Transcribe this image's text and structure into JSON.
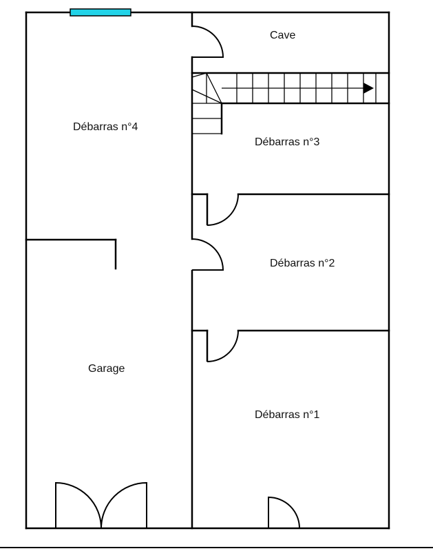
{
  "rooms": {
    "cave": "Cave",
    "debarras4": "Débarras n°4",
    "debarras3": "Débarras n°3",
    "debarras2": "Débarras n°2",
    "debarras1": "Débarras n°1",
    "garage": "Garage"
  },
  "colors": {
    "wall": "#000000",
    "window": "#22d3e8",
    "background": "#ffffff"
  },
  "icons": {
    "stair_arrow": "stair-direction-arrow-icon"
  }
}
